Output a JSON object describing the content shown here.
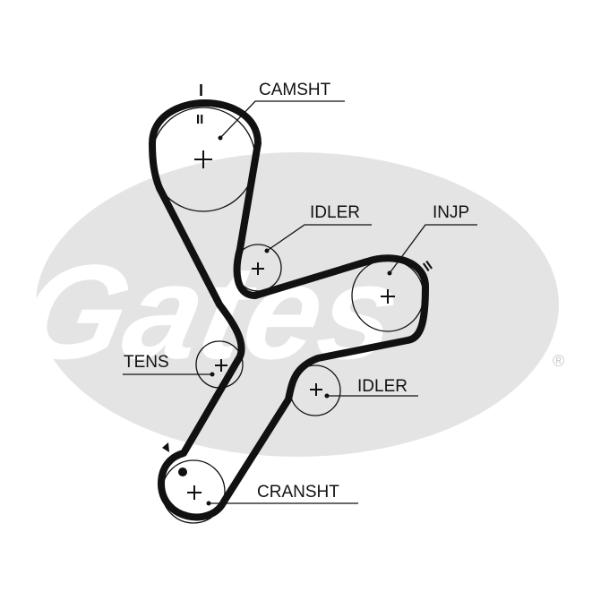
{
  "diagram": {
    "labels": {
      "camshaft": "CAMSHT",
      "idler_upper": "IDLER",
      "injection_pump": "INJP",
      "tensioner": "TENS",
      "idler_lower": "IDLER",
      "crankshaft": "CRANSHT"
    },
    "timing_marks": {
      "cam_top": "I",
      "cam_inner": "II",
      "injp_mark": "II"
    },
    "watermark": {
      "brand": "Gates",
      "registered": "®"
    },
    "colors": {
      "belt": "#111111",
      "watermark_fill": "#e3e3e3",
      "watermark_text": "#ffffff"
    }
  }
}
